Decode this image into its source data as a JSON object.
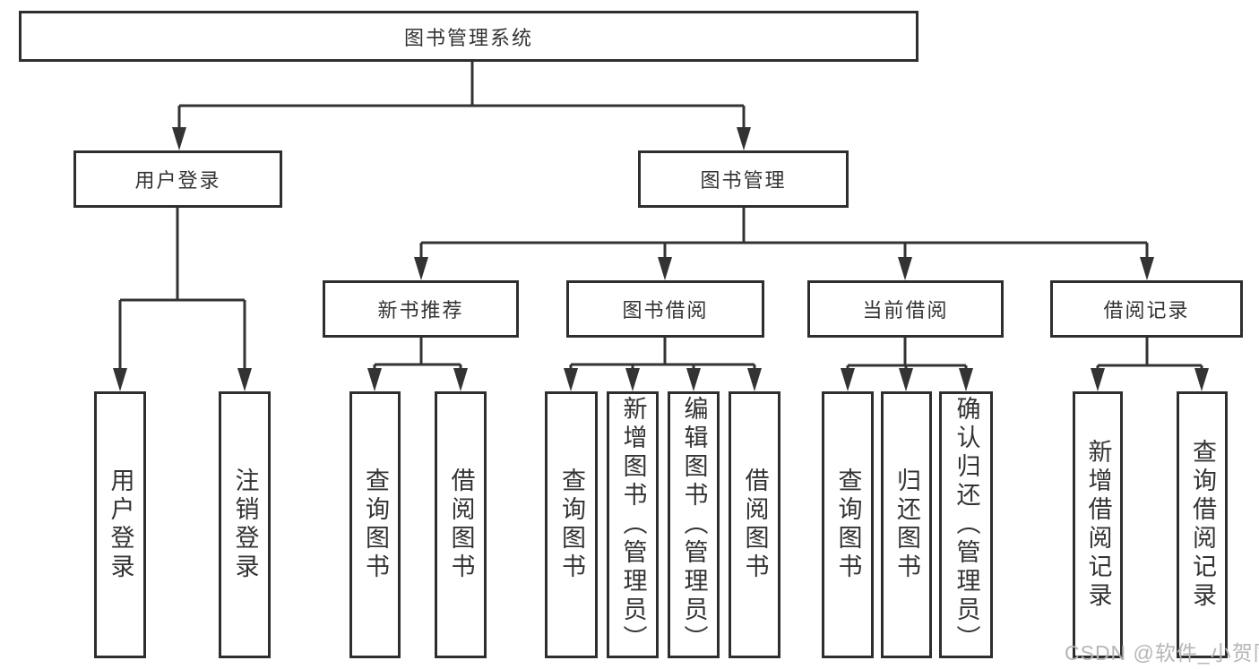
{
  "diagram": {
    "root": {
      "label": "图书管理系统",
      "children": [
        {
          "label": "用户登录",
          "children": [
            {
              "label": "用户登录"
            },
            {
              "label": "注销登录"
            }
          ]
        },
        {
          "label": "图书管理",
          "children": [
            {
              "label": "新书推荐",
              "children": [
                {
                  "label": "查询图书"
                },
                {
                  "label": "借阅图书"
                }
              ]
            },
            {
              "label": "图书借阅",
              "children": [
                {
                  "label": "查询图书"
                },
                {
                  "label": "新增图书（管理员）"
                },
                {
                  "label": "编辑图书（管理员）"
                },
                {
                  "label": "借阅图书"
                }
              ]
            },
            {
              "label": "当前借阅",
              "children": [
                {
                  "label": "查询图书"
                },
                {
                  "label": "归还图书"
                },
                {
                  "label": "确认归还（管理员）"
                }
              ]
            },
            {
              "label": "借阅记录",
              "children": [
                {
                  "label": "新增借阅记录"
                },
                {
                  "label": "查询借阅记录"
                }
              ]
            }
          ]
        }
      ]
    },
    "watermark": "CSDN @软件_小贺同学",
    "colors": {
      "line": "#333333",
      "box_border": "#2e2e2e",
      "text": "#333333",
      "background": "#ffffff",
      "watermark": "#b6b6b6"
    }
  }
}
